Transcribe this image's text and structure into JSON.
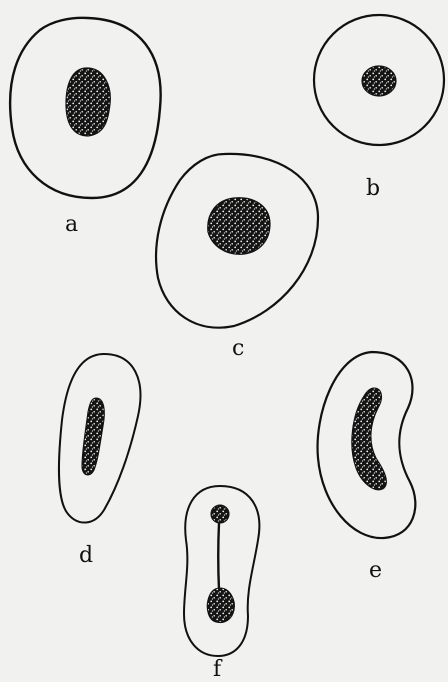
{
  "figure": {
    "labels": {
      "a": "a",
      "b": "b",
      "c": "c",
      "d": "d",
      "e": "e",
      "f": "f"
    }
  },
  "colors": {
    "background": "#f1f1ef",
    "ink": "#111111",
    "nucleus_fill": "#141414",
    "speckle": "#f1f1ef"
  }
}
